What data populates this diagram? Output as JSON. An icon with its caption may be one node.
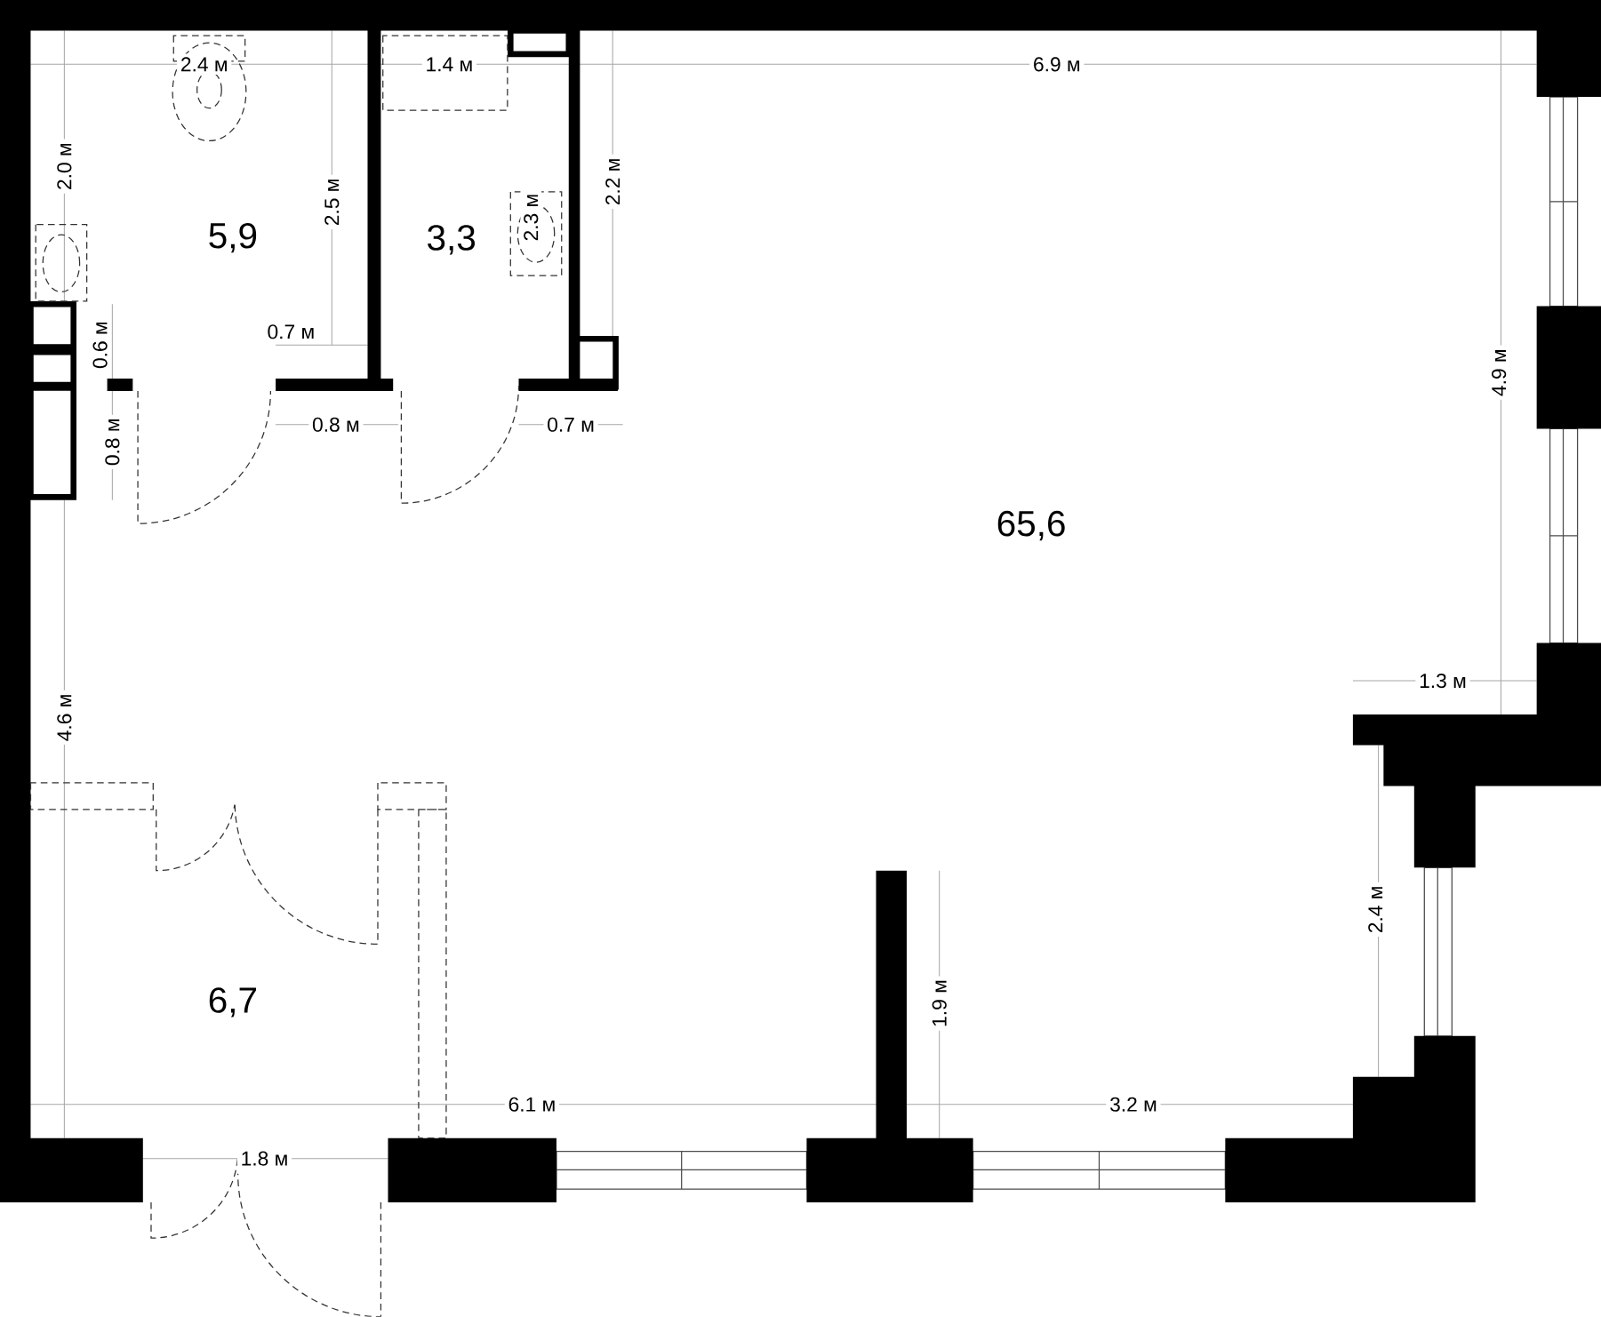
{
  "diagram": {
    "labels": [
      "2.4 м",
      "1.4 м",
      "6.9 м",
      "2.0 м",
      "5,9",
      "2.5 м",
      "3,3",
      "2.3 м",
      "2.2 м",
      "0.7 м",
      "0.6 м",
      "0.8 м",
      "0.8 м",
      "0.7 м",
      "4.9 м",
      "65,6",
      "1.3 м",
      "4.6 м",
      "2.4 м",
      "6,7",
      "1.9 м",
      "6.1 м",
      "3.2 м",
      "1.8 м"
    ]
  }
}
